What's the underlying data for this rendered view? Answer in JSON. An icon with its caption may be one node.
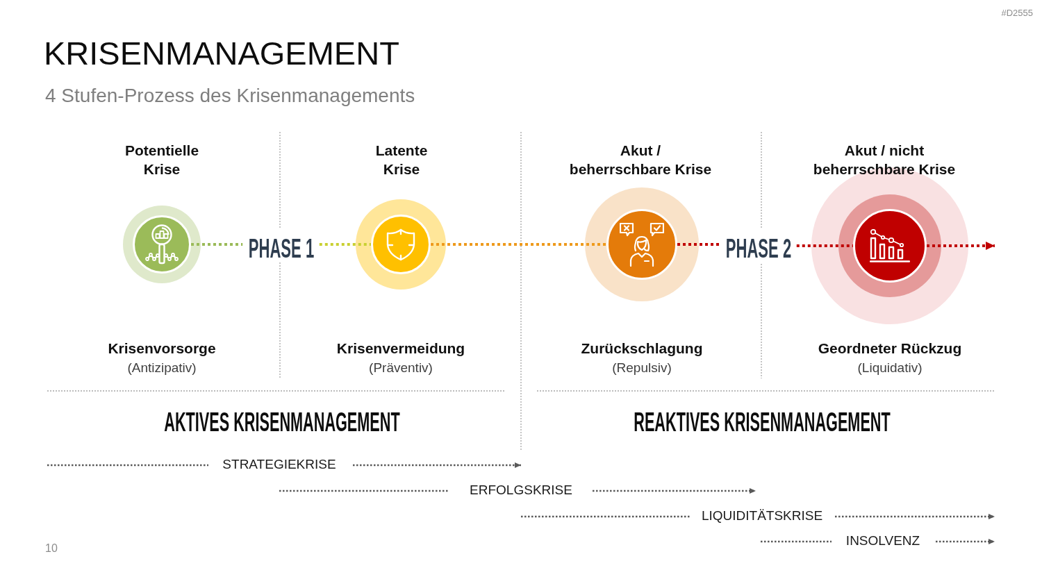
{
  "diagram": {
    "title": "KRISENMANAGEMENT",
    "nodes": [
      {
        "text": [],
        "shape": "circle",
        "beside": [
          "Potentielle Krise",
          "Krisenvorsorge",
          "(Antizipativ)"
        ]
      },
      {
        "text": [
          "PHASE 1"
        ]
      },
      {
        "text": [],
        "shape": "circle",
        "beside": [
          "Latente Krise",
          "Krisenvermeidung",
          "(Präventiv)"
        ]
      },
      {
        "text": [],
        "shape": "circle",
        "beside": [
          "Akut / beherrschbare Krise",
          "Zurückschlagung",
          "(Repulsiv)"
        ]
      },
      {
        "text": [
          "PHASE 2"
        ]
      },
      {
        "text": [],
        "shape": "circle",
        "beside": [
          "Akut / nicht beherrschbare Krise",
          "Geordneter Rückzug",
          "(Liquidativ)"
        ]
      }
    ],
    "edges": [
      {
        "from": 0,
        "to": 1,
        "arrow": "none",
        "style": "dashed",
        "color": "#9bbb59"
      },
      {
        "from": 1,
        "to": 2,
        "arrow": "none",
        "style": "dashed",
        "color": "#c9d032"
      },
      {
        "from": 2,
        "to": 3,
        "arrow": "none",
        "style": "dashed",
        "color": "#ee9a1c"
      },
      {
        "from": 3,
        "to": 4,
        "arrow": "none",
        "style": "dashed",
        "color": "#c00000"
      },
      {
        "from": 4,
        "to": 5,
        "arrow": "none",
        "style": "dashed",
        "color": "#c00000"
      },
      {
        "from": 5,
        "to": null,
        "arrow": "to",
        "style": "dashed",
        "color": "#c00000"
      }
    ],
    "labels": [
      "#D2555",
      "4 Stufen-Prozess des Krisenmanagements",
      "AKTIVES KRISENMANAGEMENT",
      "REAKTIVES KRISENMANAGEMENT",
      "STRATEGIEKRISE",
      "ERFOLGSKRISE",
      "LIQUIDITÄTSKRISE",
      "INSOLVENZ",
      "10"
    ]
  }
}
